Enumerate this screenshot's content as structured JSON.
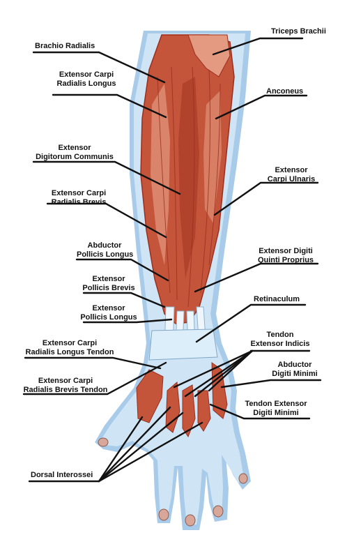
{
  "colors": {
    "skin_outline": "#a9cbea",
    "skin_fill": "#cfe5f5",
    "muscle_dark": "#9b2e1e",
    "muscle": "#c4553a",
    "muscle_light": "#e49a80",
    "tendon": "#eef6fb",
    "leader_line": "#111111"
  },
  "labels": {
    "triceps_brachii": "Triceps Brachii",
    "brachio_radialis": "Brachio Radialis",
    "ecrl": [
      "Extensor Carpi",
      "Radialis Longus"
    ],
    "anconeus": "Anconeus",
    "edc": [
      "Extensor",
      "Digitorum Communis"
    ],
    "ecu": [
      "Extensor",
      "Carpi Ulnaris"
    ],
    "ecrb": [
      "Extensor Carpi",
      "Radialis Brevis"
    ],
    "apl": [
      "Abductor",
      "Pollicis Longus"
    ],
    "edqp": [
      "Extensor Digiti",
      "Quinti Proprius"
    ],
    "epb": [
      "Extensor",
      "Pollicis Brevis"
    ],
    "retinaculum": "Retinaculum",
    "epl": [
      "Extensor",
      "Pollicis Longus"
    ],
    "tei": [
      "Tendon",
      "Extensor Indicis"
    ],
    "ecrl_tendon": [
      "Extensor Carpi",
      "Radialis Longus Tendon"
    ],
    "adm": [
      "Abductor",
      "Digiti Minimi"
    ],
    "ecrb_tendon": [
      "Extensor Carpi",
      "Radialis Brevis Tendon"
    ],
    "tedm": [
      "Tendon Extensor",
      "Digiti Minimi"
    ],
    "dorsal_interossei": "Dorsal Interossei"
  }
}
